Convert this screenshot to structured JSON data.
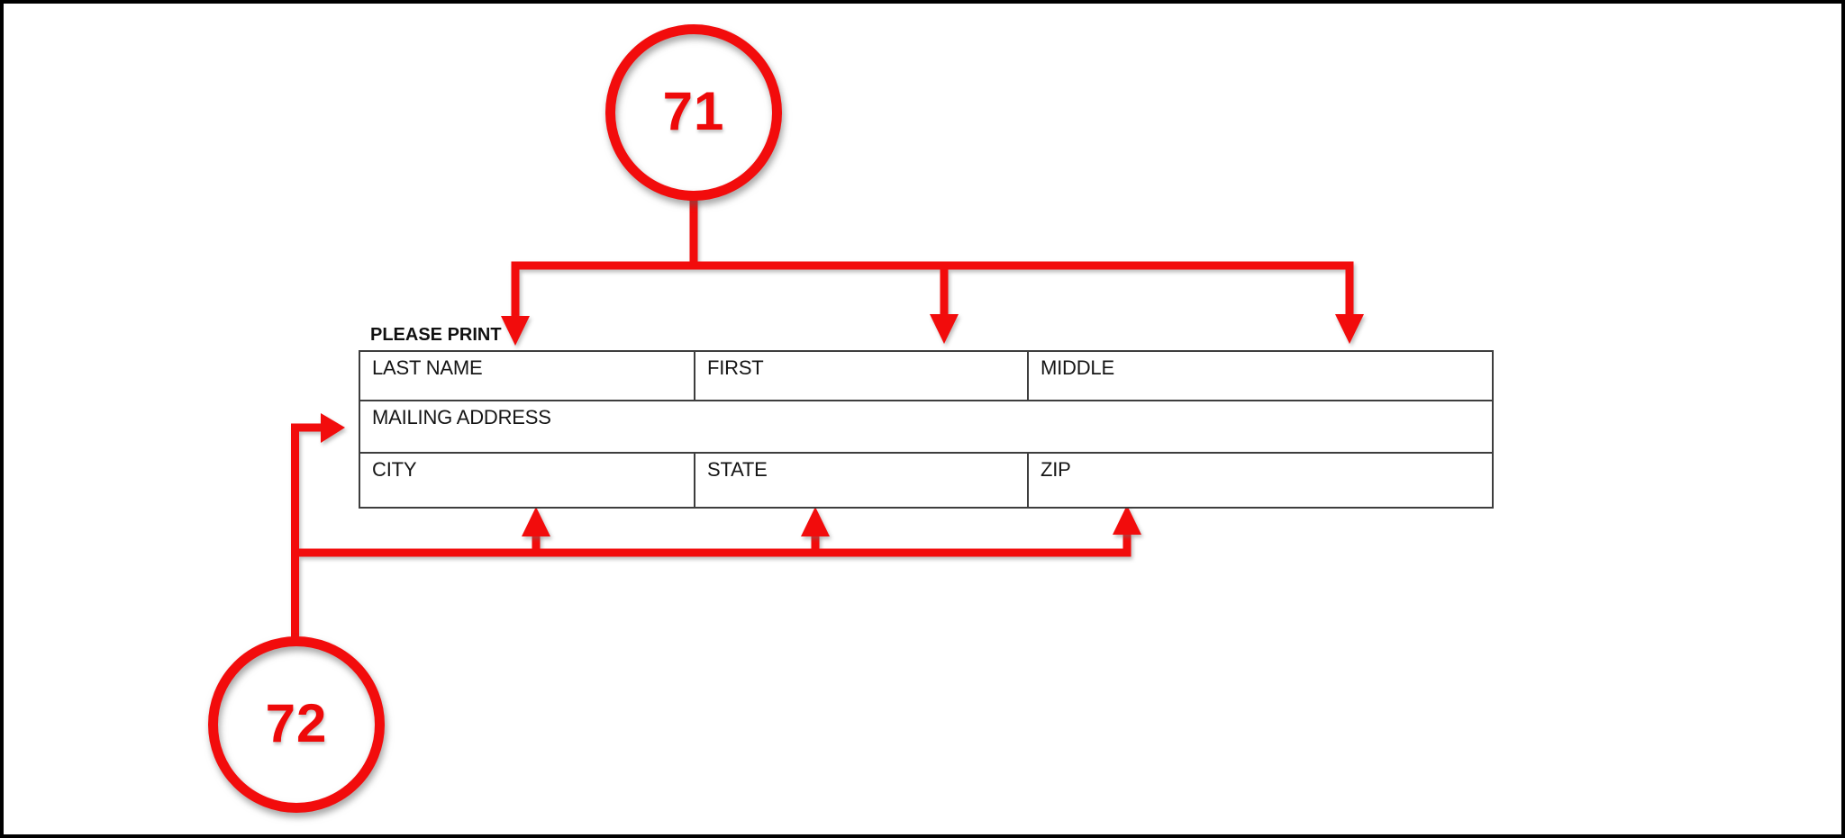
{
  "figure": {
    "type": "annotated-form-callout-diagram",
    "callouts": [
      {
        "id": "top",
        "number": "71",
        "targets": "LAST NAME, FIRST, MIDDLE fields"
      },
      {
        "id": "bottom",
        "number": "72",
        "targets": "MAILING ADDRESS, CITY, STATE, ZIP fields"
      }
    ]
  },
  "form": {
    "instruction": "PLEASE PRINT",
    "rows": [
      {
        "cells": [
          {
            "label": "LAST NAME"
          },
          {
            "label": "FIRST"
          },
          {
            "label": "MIDDLE"
          }
        ]
      },
      {
        "cells": [
          {
            "label": "MAILING ADDRESS"
          }
        ]
      },
      {
        "cells": [
          {
            "label": "CITY"
          },
          {
            "label": "STATE"
          },
          {
            "label": "ZIP"
          }
        ]
      }
    ]
  },
  "colors": {
    "accent_red": "#f20c0c",
    "callout_number_red": "#ee0909",
    "table_border": "#3e3e3e",
    "page_border": "#000000",
    "background": "#ffffff"
  }
}
